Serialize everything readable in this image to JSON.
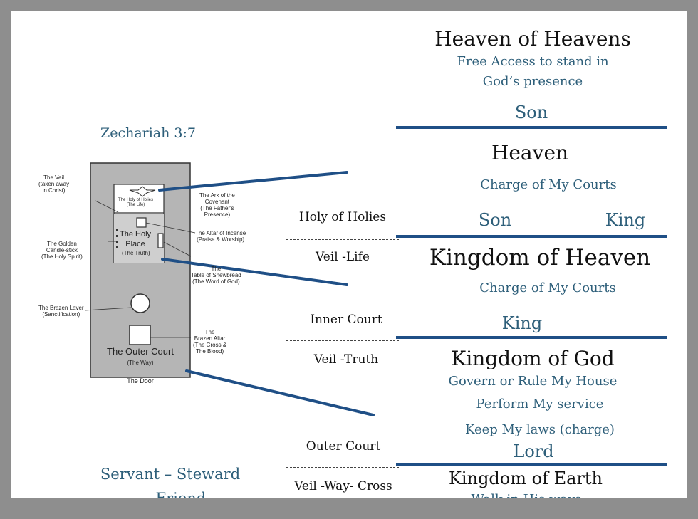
{
  "colors": {
    "teal": "#2e5f7a",
    "rule": "#1f4f86",
    "temple_fill": "#b5b5b5"
  },
  "reference": "Zechariah 3:7",
  "relationship": {
    "line1": "Servant – Steward",
    "line2": "- Friend"
  },
  "temple": {
    "veil": "The Veil\n(taken away\nin Christ)",
    "holy_of_holies": "The Holy of Holies\n(The Life)",
    "ark": "The Ark of the\nCovenant\n(The Father's\nPresence)",
    "altar_incense": "The Altar of Incense\n(Praise & Worship)",
    "holy_place": "The Holy\nPlace",
    "holy_place_sub": "(The Truth)",
    "candlestick": "The Golden\nCandle-stick\n(The Holy Spirit)",
    "shewbread": "The\nTable of Shewbread\n(The Word of God)",
    "laver": "The Brazen Laver\n(Sanctification)",
    "brazen_altar": "The\nBrazen Altar\n(The Cross &\nThe Blood)",
    "outer_court": "The Outer Court",
    "outer_court_sub": "(The Way)",
    "door": "The Door"
  },
  "courts": {
    "holy_of_holies": "Holy of Holies",
    "veil_life": "Veil -Life",
    "inner_court": "Inner Court",
    "veil_truth": "Veil -Truth",
    "outer_court": "Outer Court",
    "veil_way": "Veil -Way- Cross"
  },
  "realms": {
    "heaven_of_heavens": {
      "title": "Heaven of Heavens",
      "line1": "Free Access to stand in",
      "line2": "God’s presence",
      "role": "Son"
    },
    "heaven": {
      "title": "Heaven",
      "line1": "Charge of My Courts",
      "role_left": "Son",
      "role_right": "King"
    },
    "kingdom_of_heaven": {
      "title": "Kingdom of Heaven",
      "line1": "Charge of My Courts",
      "role": "King"
    },
    "kingdom_of_god": {
      "title": "Kingdom of God",
      "line1": "Govern or Rule My House",
      "line2": "Perform My service",
      "line3": "Keep My laws (charge)",
      "role": "Lord"
    },
    "kingdom_of_earth": {
      "title": "Kingdom of Earth",
      "line1": "Walk in His ways"
    }
  }
}
